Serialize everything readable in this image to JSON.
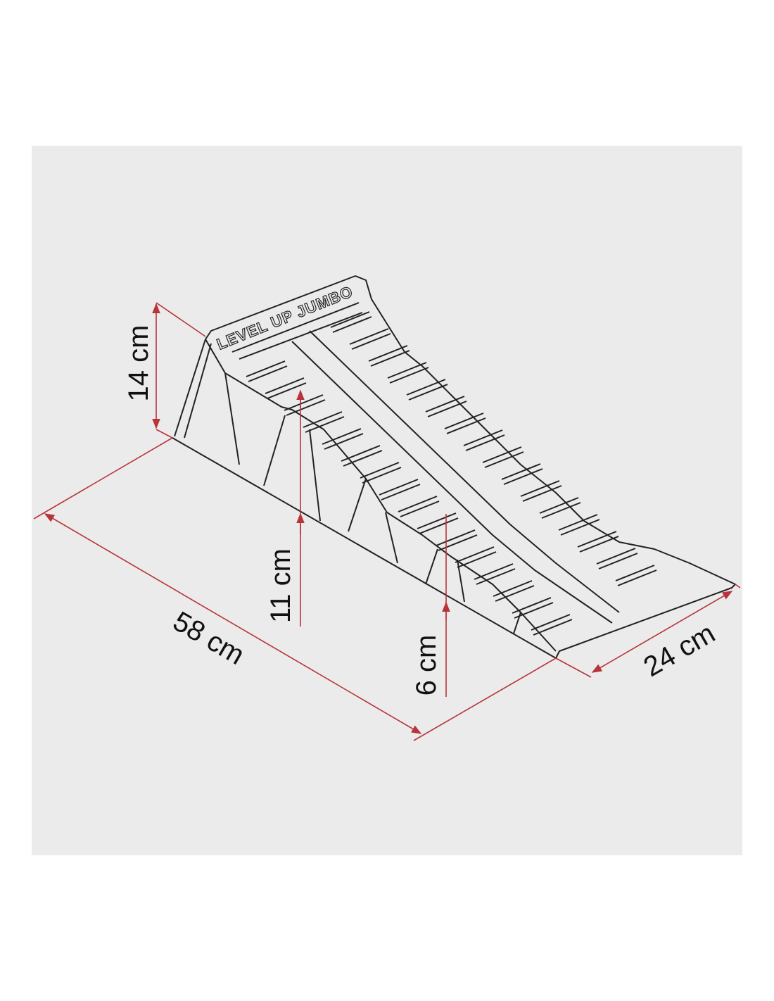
{
  "product_name": "LEVEL UP JUMBO",
  "dimensions": {
    "height_total": "14 cm",
    "height_middle": "11 cm",
    "height_low": "6 cm",
    "length": "58 cm",
    "width": "24 cm"
  },
  "colors": {
    "background": "#ebebeb",
    "dimension_line": "#b8343a",
    "outline": "#222222"
  }
}
